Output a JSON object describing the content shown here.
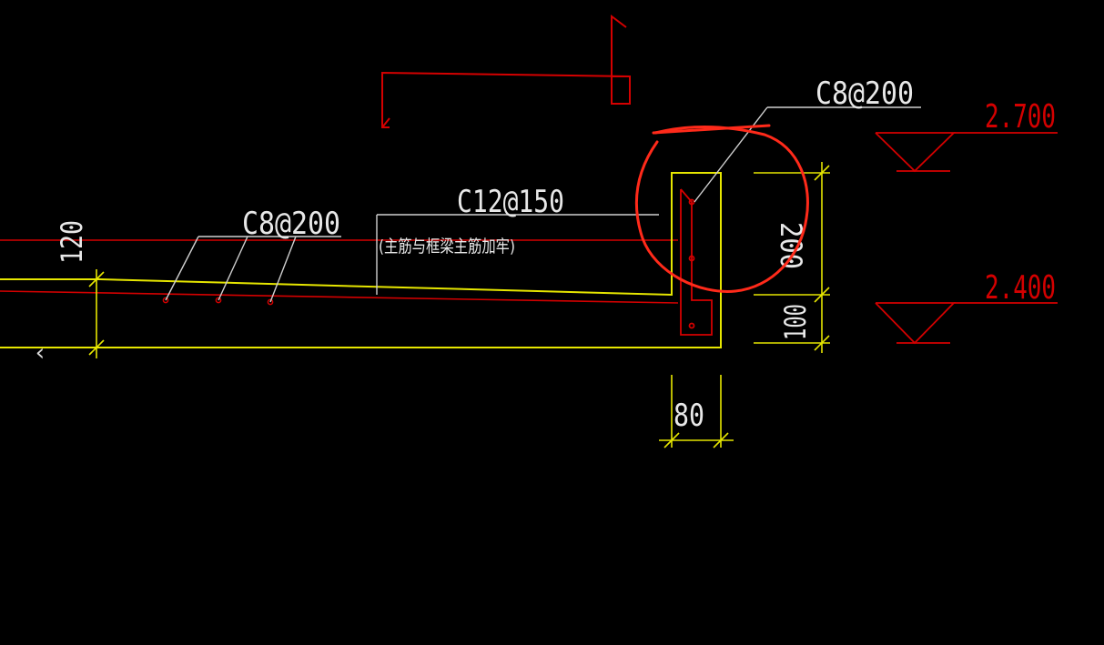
{
  "annotations": {
    "slab_rebar_label": "C8@200",
    "top_rebar_label": "C12@150",
    "anchor_note": "(主筋与框梁主筋加牢)",
    "stirrup_label": "C8@200"
  },
  "dimensions": {
    "slab_thickness": "120",
    "upturn_height": "200",
    "lower_height": "100",
    "wall_width": "80"
  },
  "elevations": {
    "upper": "2.700",
    "lower": "2.400"
  },
  "nav": {
    "back_icon": "chevron-left-icon",
    "back_glyph": "‹"
  },
  "colors": {
    "background": "#000000",
    "outline": "#e6e600",
    "rebar": "#d40000",
    "leader": "#d0d0d0",
    "text": "#e8e8e8",
    "elevation": "#d40000",
    "highlight_circle": "#ff2a1a"
  }
}
